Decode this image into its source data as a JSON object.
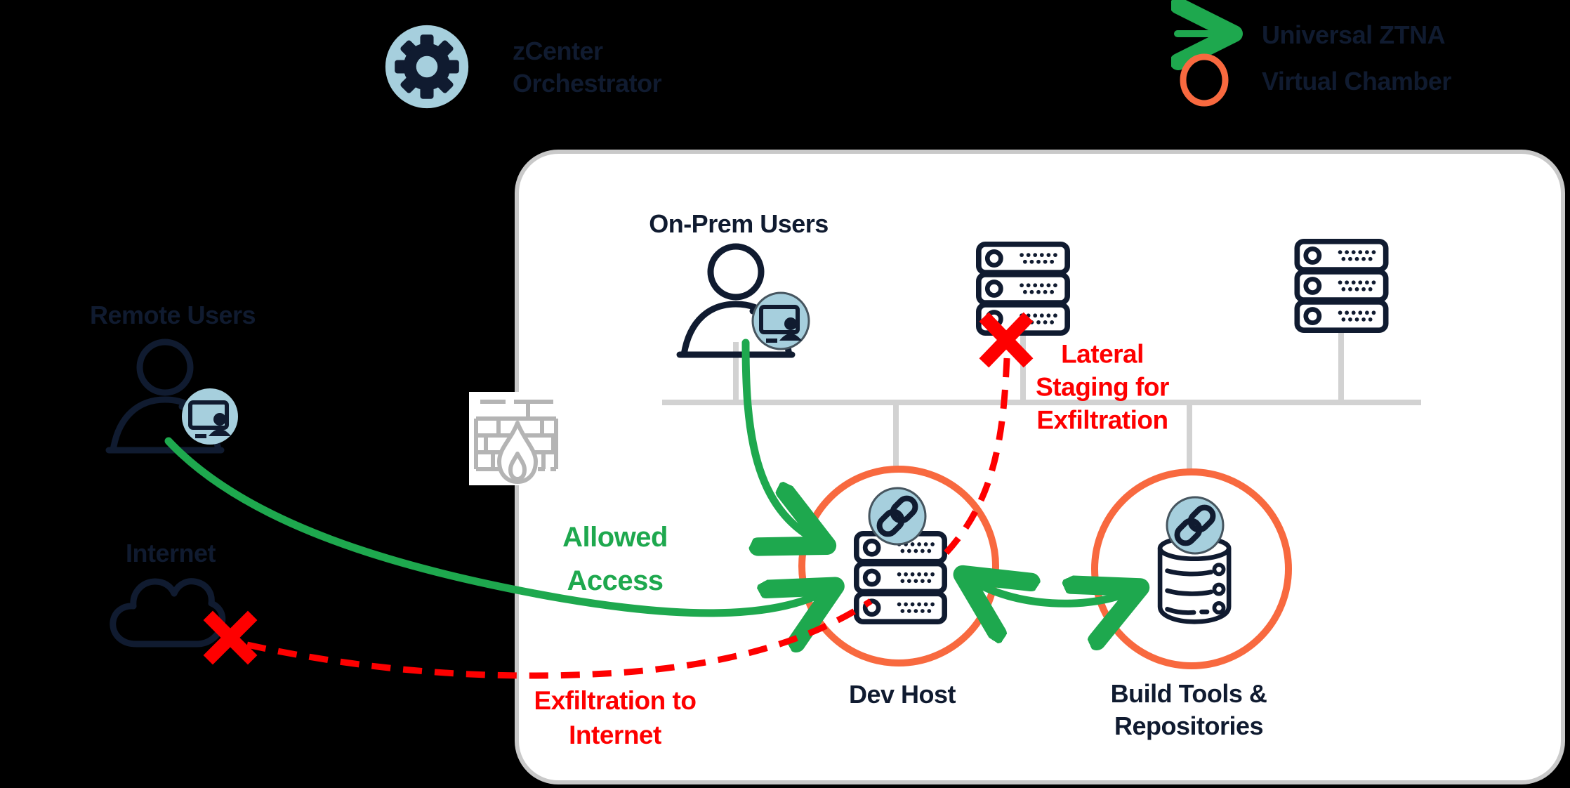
{
  "diagram_title": "Universal ZTNA virtual chamber network diagram",
  "colors": {
    "background": "#000000",
    "panel_background": "#ffffff",
    "panel_border": "#c9c9c9",
    "navy_text": "#101b30",
    "ztna_green": "#1ea84e",
    "blocked_red": "#fe0000",
    "chamber_orange": "#f8693f",
    "badge_light_blue": "#a6cfdd",
    "network_gray": "#d2d2d2",
    "firewall_gray": "#b4b4b4"
  },
  "orchestrator": {
    "icon": "gear-icon",
    "label_line1": "zCenter",
    "label_line2": "Orchestrator"
  },
  "legend": {
    "ztna": {
      "symbol": "green-arrow",
      "label": "Universal ZTNA"
    },
    "chamber": {
      "symbol": "orange-circle",
      "label": "Virtual Chamber"
    }
  },
  "nodes": {
    "remote_users": {
      "label": "Remote Users",
      "icon": "user-with-laptop-icon"
    },
    "internet": {
      "label": "Internet",
      "icon": "cloud-icon"
    },
    "onprem_users": {
      "label": "On-Prem Users",
      "icon": "user-with-laptop-icon"
    },
    "firewall": {
      "icon": "firewall-icon"
    },
    "server_rack_blocked": {
      "icon": "server-rack-icon"
    },
    "server_rack_right": {
      "icon": "server-rack-icon"
    },
    "dev_host": {
      "label": "Dev Host",
      "icon": "server-rack-icon",
      "badge": "link-icon",
      "chamber": true
    },
    "build_tools": {
      "label_line1": "Build Tools &",
      "label_line2": "Repositories",
      "icon": "database-icon",
      "badge": "link-icon",
      "chamber": true
    }
  },
  "annotations": {
    "allowed_access": {
      "line1": "Allowed",
      "line2": "Access",
      "color": "#1ea84e"
    },
    "lateral_staging": {
      "line1": "Lateral",
      "line2": "Staging for",
      "line3": "Exfiltration",
      "color": "#fe0000"
    },
    "exfiltration": {
      "line1": "Exfiltration to",
      "line2": "Internet",
      "color": "#fe0000"
    }
  },
  "flows": [
    {
      "name": "remote-users-to-dev-host",
      "type": "allowed",
      "style": "green-arrow"
    },
    {
      "name": "onprem-users-to-dev-host",
      "type": "allowed",
      "style": "green-arrow"
    },
    {
      "name": "dev-host-build-tools-bidirectional",
      "type": "allowed",
      "style": "green-arrow-double"
    },
    {
      "name": "dev-host-exfiltration-to-internet",
      "type": "blocked",
      "style": "red-dashed"
    },
    {
      "name": "dev-host-lateral-staging",
      "type": "blocked",
      "style": "red-dashed"
    }
  ]
}
